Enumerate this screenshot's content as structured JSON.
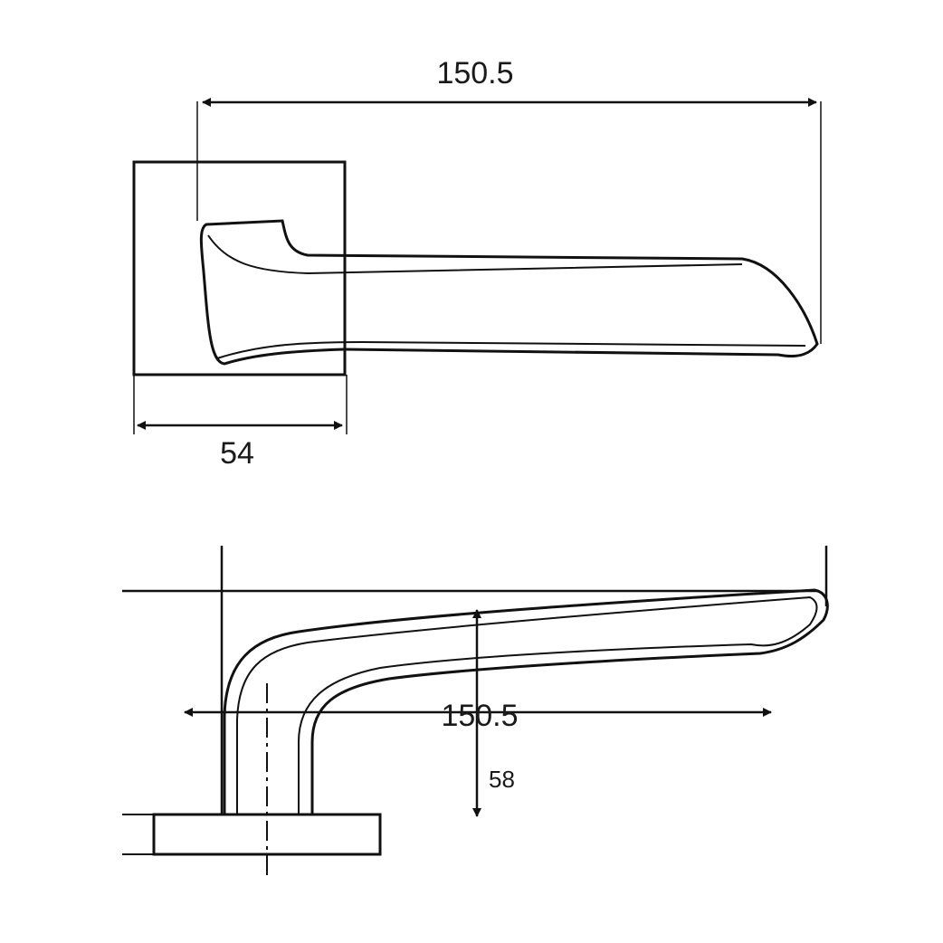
{
  "top_view": {
    "length_label": "150.5",
    "rose_width_label": "54"
  },
  "side_view": {
    "length_label": "150.5",
    "height_label": "58"
  }
}
